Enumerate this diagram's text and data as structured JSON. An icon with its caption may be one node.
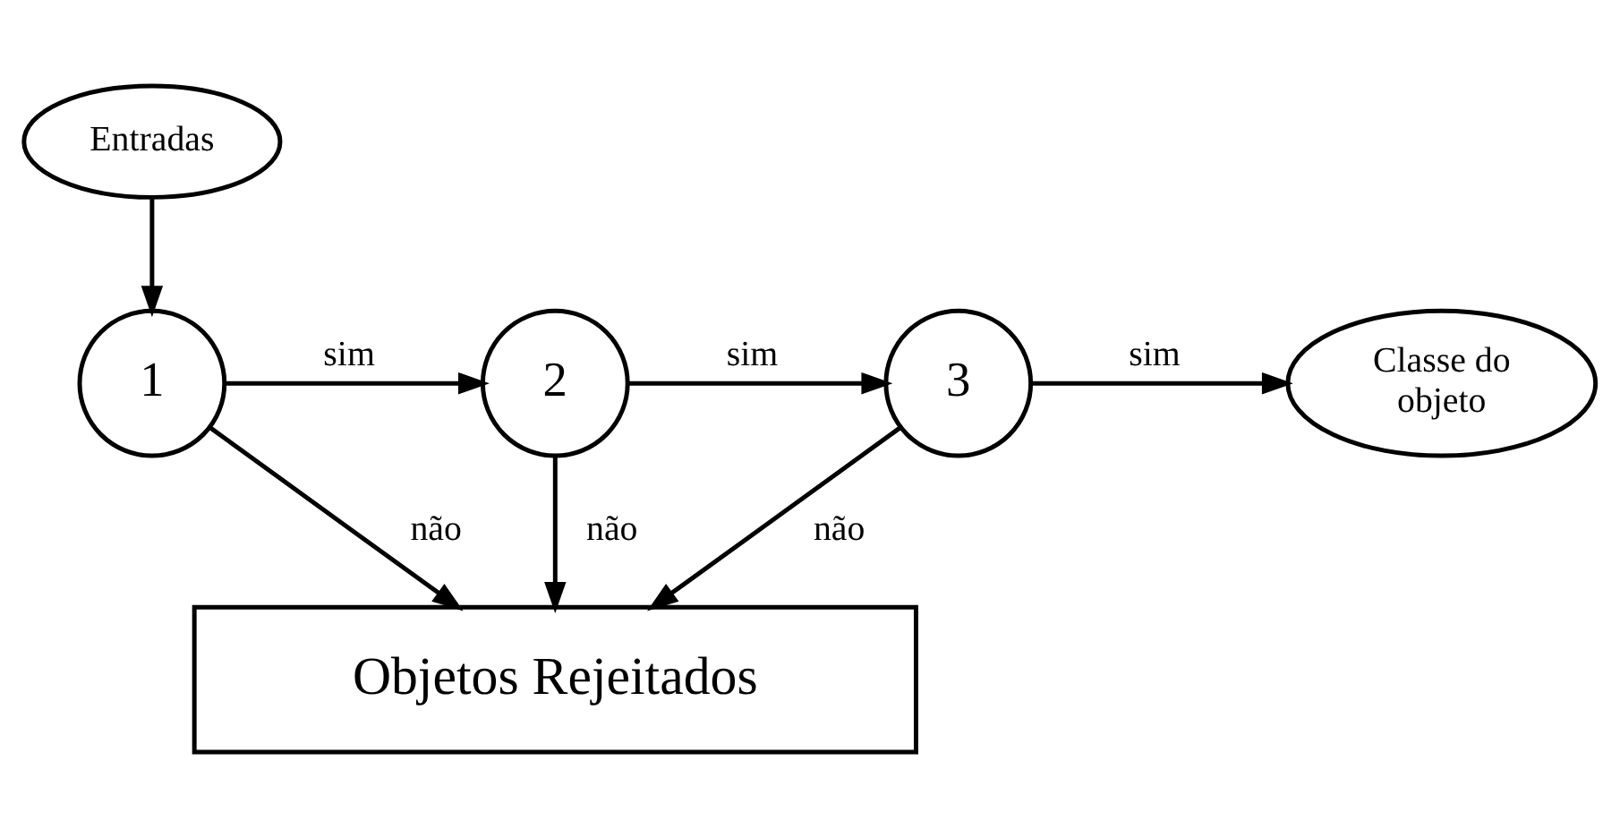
{
  "diagram": {
    "nodes": [
      {
        "text": [
          "Entradas"
        ]
      },
      {
        "text": [
          "1"
        ]
      },
      {
        "text": [
          "2"
        ]
      },
      {
        "text": [
          "3"
        ]
      },
      {
        "text": [
          "Classe do objeto"
        ]
      },
      {
        "text": [
          "Objetos Rejeitados"
        ]
      }
    ],
    "edges": [
      {
        "from": 0,
        "to": 1,
        "arrow": "to"
      },
      {
        "from": 1,
        "to": 2,
        "arrow": "to",
        "label": "sim"
      },
      {
        "from": 2,
        "to": 3,
        "arrow": "to",
        "label": "sim"
      },
      {
        "from": 3,
        "to": 4,
        "arrow": "to",
        "label": "sim"
      },
      {
        "from": 1,
        "to": 5,
        "arrow": "to",
        "label": "não"
      },
      {
        "from": 2,
        "to": 5,
        "arrow": "to",
        "label": "não"
      },
      {
        "from": 3,
        "to": 5,
        "arrow": "to",
        "label": "não"
      }
    ]
  }
}
